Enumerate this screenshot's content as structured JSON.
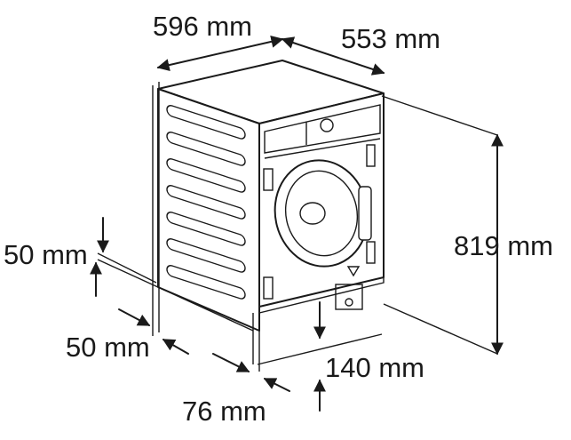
{
  "dimensions": {
    "width": "596 mm",
    "depth": "553 mm",
    "height": "819 mm",
    "top_gap": "50 mm",
    "side_gap": "50 mm",
    "front_gap": "76 mm",
    "plinth_height": "140 mm"
  },
  "colors": {
    "line": "#1a1a1a",
    "background": "#ffffff"
  }
}
